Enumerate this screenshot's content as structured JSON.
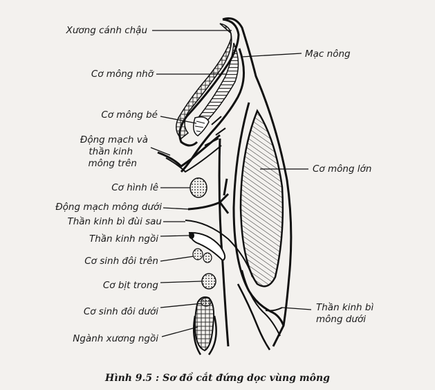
{
  "labels": {
    "xuong_canh_chau": "Xương cánh chậu",
    "co_mong_nho": "Cơ mông nhỡ",
    "co_mong_be": "Cơ mông bé",
    "dong_mach_than_kinh_mong_tren": [
      "Động mạch và",
      "thần kinh",
      "mông trên"
    ],
    "co_hinh_le": "Cơ hình lê",
    "dong_mach_mong_duoi": "Động mạch mông dưới",
    "than_kinh_bi_dui_sau": "Thần kinh bì đùi sau",
    "than_kinh_ngoi": "Thần kinh ngồi",
    "co_sinh_doi_tren": "Cơ sinh đôi trên",
    "co_bit_trong": "Cơ bịt trong",
    "co_sinh_doi_duoi": "Cơ sinh đôi dưới",
    "nganh_xuong_ngoi": "Ngành xương ngồi",
    "mac_nong": "Mạc nông",
    "co_mong_lon": "Cơ mông lớn",
    "than_kinh_bi_mong_duoi": [
      "Thần kinh bì",
      "mông dưới"
    ]
  },
  "caption": "Hình 9.5 : Sơ đồ cắt đứng dọc vùng mông"
}
